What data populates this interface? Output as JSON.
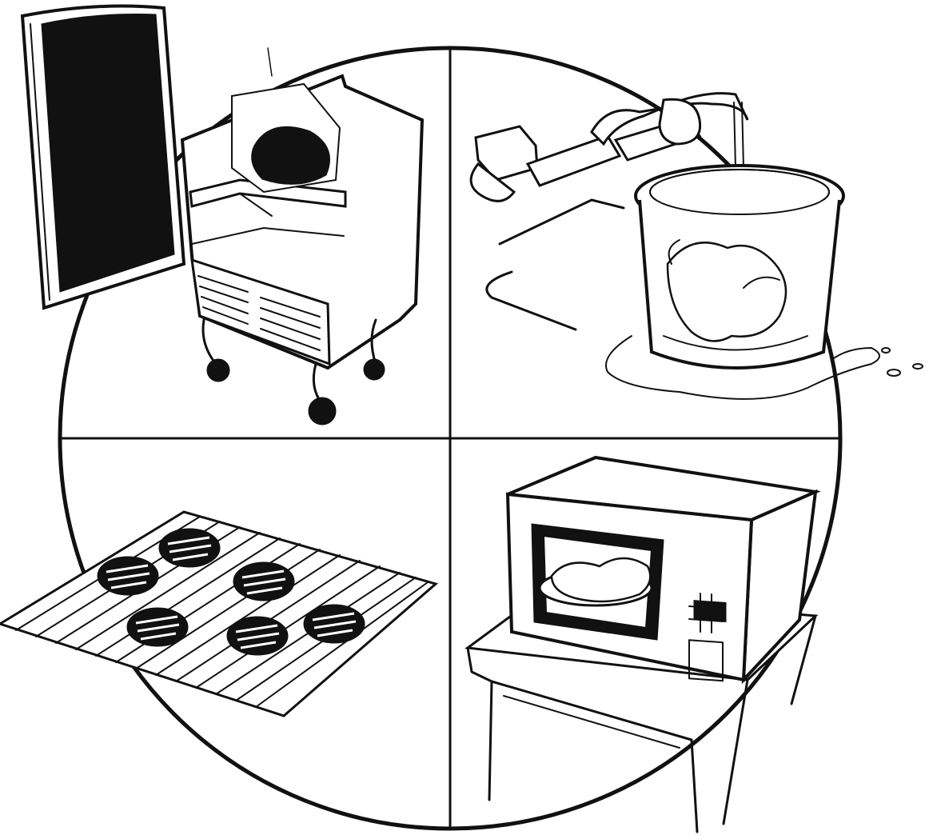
{
  "illustration": {
    "panels": [
      {
        "id": "refrigerator",
        "icon": "refrigerator-thawing-icon"
      },
      {
        "id": "cold-water",
        "icon": "cold-water-thawing-icon"
      },
      {
        "id": "cooking-rack",
        "icon": "patties-on-rack-icon"
      },
      {
        "id": "microwave",
        "icon": "microwave-thawing-icon"
      }
    ],
    "colors": {
      "ink": "#111111",
      "paper": "#ffffff"
    }
  }
}
